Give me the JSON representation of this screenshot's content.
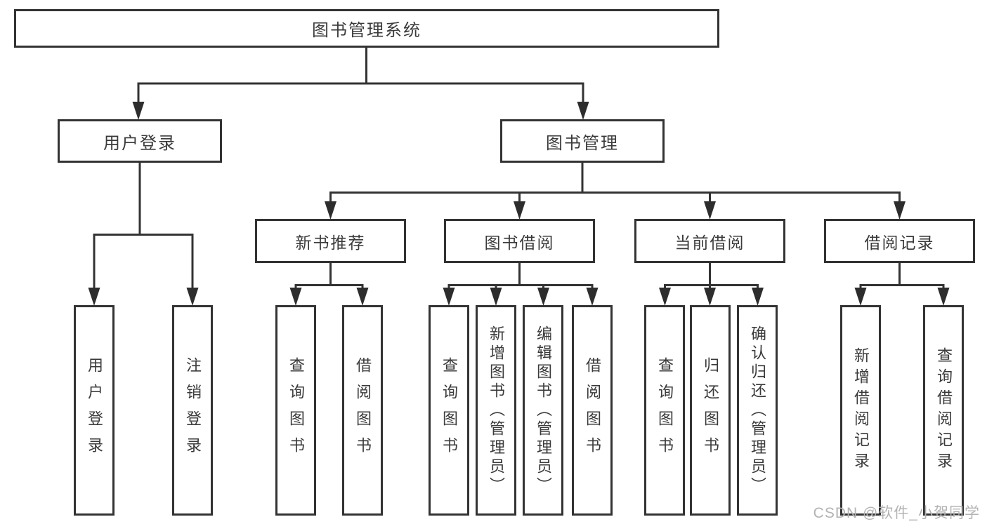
{
  "diagram": {
    "root": "图书管理系统",
    "branches": [
      {
        "label": "用户登录",
        "children": [
          "用户登录",
          "注销登录"
        ]
      },
      {
        "label": "图书管理",
        "sections": [
          {
            "label": "新书推荐",
            "children": [
              "查询图书",
              "借阅图书"
            ]
          },
          {
            "label": "图书借阅",
            "children": [
              "查询图书",
              "新增图书（管理员）",
              "编辑图书（管理员）",
              "借阅图书"
            ]
          },
          {
            "label": "当前借阅",
            "children": [
              "查询图书",
              "归还图书",
              "确认归还（管理员）"
            ]
          },
          {
            "label": "借阅记录",
            "children": [
              "新增借阅记录",
              "查询借阅记录"
            ]
          }
        ]
      }
    ]
  },
  "watermark": {
    "text": "CSDN @软件_小贺同学"
  },
  "colors": {
    "line": "#333333",
    "text": "#3a3a3a",
    "watermark": "#b3b3b3",
    "background": "#ffffff"
  }
}
